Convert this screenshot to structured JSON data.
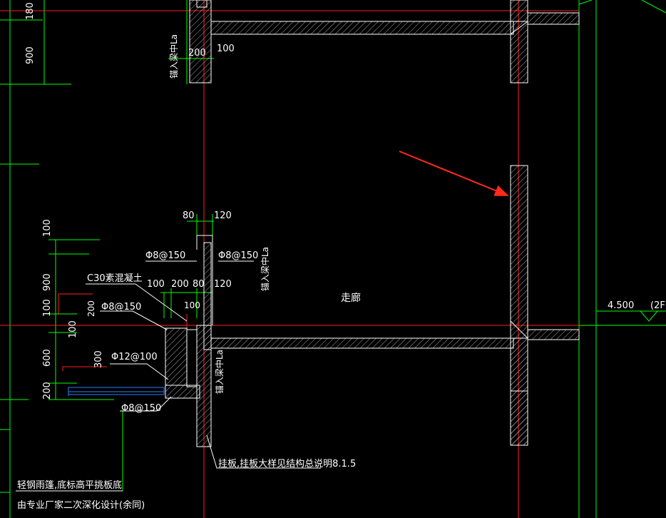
{
  "labels": {
    "dim_180": "180",
    "dim_900_top": "900",
    "dim_200_top": "200",
    "dim_100_top": "100",
    "dim_80": "80",
    "dim_120_top": "120",
    "phi8_150_left": "Φ8@150",
    "phi8_150_right": "Φ8@150",
    "c30": "C30素混凝土",
    "dim_100_mid": "100",
    "dim_200_mid": "200",
    "dim_80_mid": "80",
    "dim_120_mid": "120",
    "phi8_150_mid": "Φ8@150",
    "dim_200_v": "200",
    "dim_100_small": "100",
    "dim_300": "300",
    "phi12_100": "Φ12@100",
    "phi8_150_bot": "Φ8@150",
    "left_100a": "100",
    "left_900": "900",
    "left_100b": "100",
    "left_100c": "100",
    "left_600": "600",
    "left_200": "200",
    "corridor": "走廊",
    "anchor_top": "锚入梁中La",
    "anchor_mid": "锚入梁中La",
    "anchor_bot": "锚入梁中La",
    "note_hang": "挂板,挂板大样见结构总说明8.1.5",
    "note_bottom1": "轻钢雨篷,底标高平挑板底",
    "note_bottom2": "由专业厂家二次深化设计(余同)",
    "elevation": "4.500",
    "floor": "(2F"
  },
  "colors": {
    "grid": "#00ff00",
    "axis": "#ff2020",
    "wall": "#ffffff",
    "steel": "#2a7fff",
    "arrow": "#ff2a1a"
  }
}
